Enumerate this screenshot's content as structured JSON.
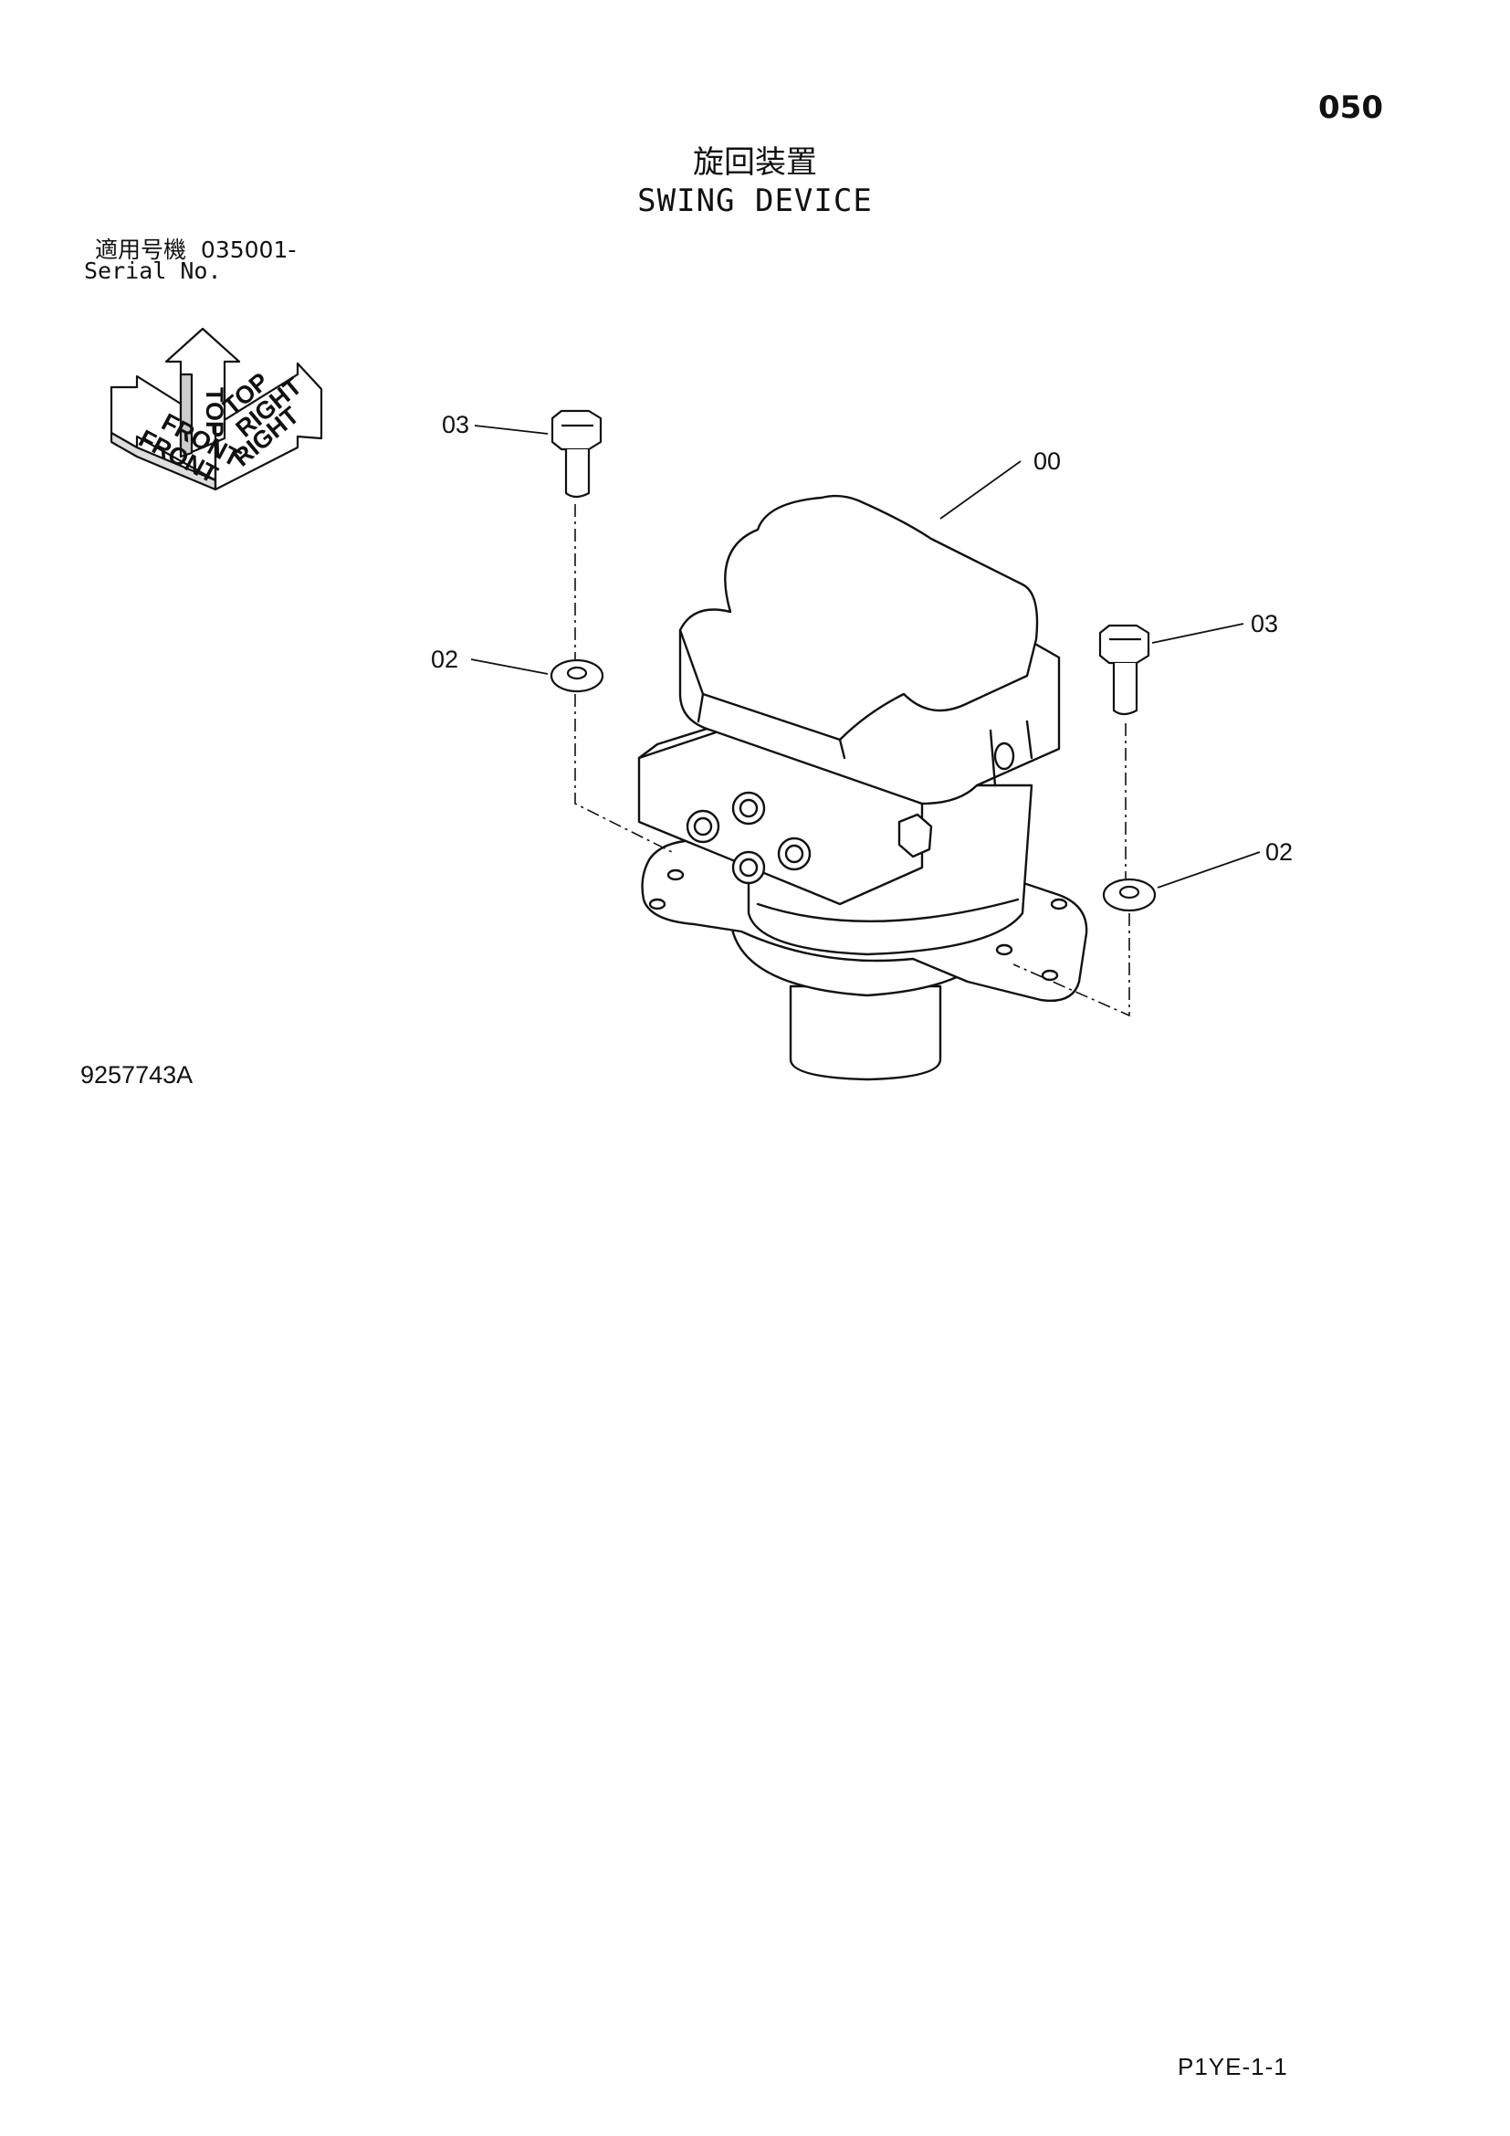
{
  "page_number": "050",
  "title": {
    "japanese": "旋回装置",
    "english": "SWING DEVICE"
  },
  "serial": {
    "japanese_label": "適用号機",
    "value": "035001-",
    "english_label": "Serial No."
  },
  "orientation_labels": {
    "top": "TOP",
    "front": "FRONT",
    "right": "RIGHT"
  },
  "callouts": {
    "bolt_left": "03",
    "main_unit": "00",
    "bolt_right": "03",
    "washer_left": "02",
    "washer_right": "02"
  },
  "drawing_number": "9257743A",
  "page_reference": "P1YE-1-1"
}
